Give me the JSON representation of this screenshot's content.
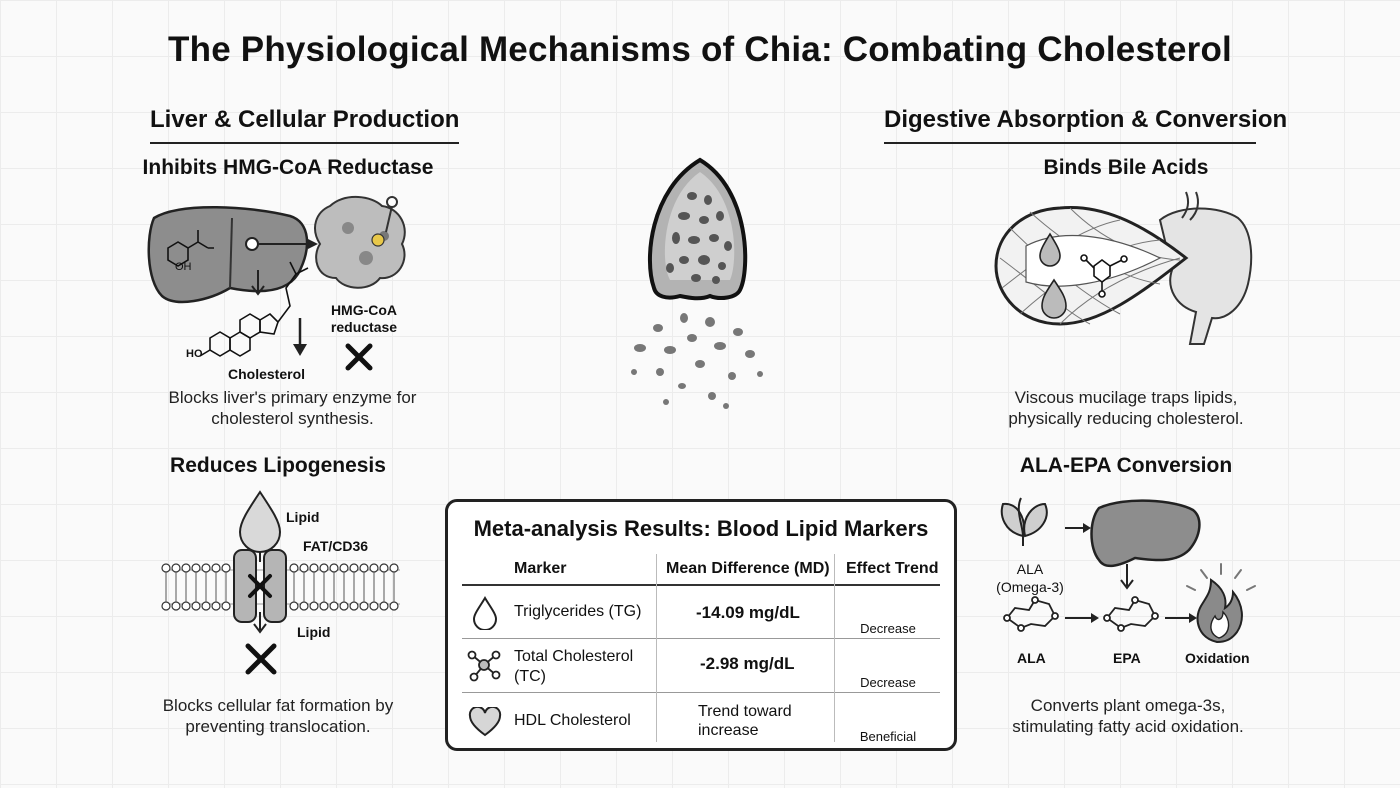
{
  "title": "The Physiological Mechanisms of Chia: Combating Cholesterol",
  "left": {
    "heading": "Liver & Cellular Production",
    "panel1": {
      "title": "Inhibits HMG-CoA Reductase",
      "labels": {
        "enzyme": "HMG-CoA\nreductase",
        "cholesterol": "Cholesterol",
        "oh_left": "OH",
        "ho": "HO"
      },
      "caption": "Blocks liver's primary enzyme for cholesterol synthesis."
    },
    "panel2": {
      "title": "Reduces Lipogenesis",
      "labels": {
        "lipid_top": "Lipid",
        "transporter": "FAT/CD36",
        "lipid_bottom": "Lipid"
      },
      "caption": "Blocks cellular fat formation by preventing translocation."
    }
  },
  "right": {
    "heading": "Digestive Absorption & Conversion",
    "panel1": {
      "title": "Binds Bile Acids",
      "caption": "Viscous mucilage traps lipids, physically reducing cholesterol."
    },
    "panel2": {
      "title": "ALA-EPA Conversion",
      "labels": {
        "ala_omega": "ALA\n(Omega-3)",
        "ala": "ALA",
        "epa": "EPA",
        "oxidation": "Oxidation"
      },
      "caption": "Converts plant omega-3s, stimulating fatty acid oxidation."
    }
  },
  "meta": {
    "title": "Meta-analysis Results: Blood Lipid Markers",
    "headers": [
      "Marker",
      "Mean Difference (MD)",
      "Effect Trend"
    ],
    "rows": [
      {
        "icon": "droplet-icon",
        "marker": "Triglycerides (TG)",
        "md": "-14.09 mg/dL",
        "trend": "Decrease"
      },
      {
        "icon": "molecule-icon",
        "marker": "Total Cholesterol\n(TC)",
        "md": "-2.98 mg/dL",
        "trend": "Decrease"
      },
      {
        "icon": "heart-icon",
        "marker": "HDL Cholesterol",
        "md": "Trend toward\nincrease",
        "trend": "Beneficial"
      }
    ]
  }
}
